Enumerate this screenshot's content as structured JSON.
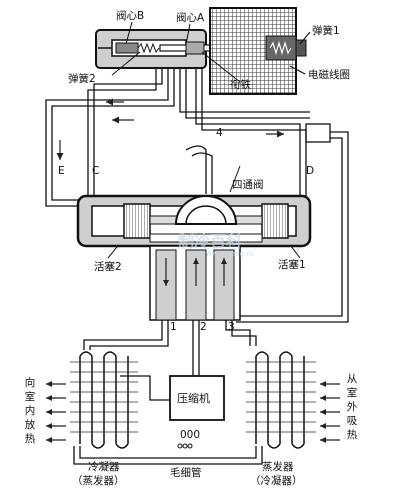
{
  "diagram": {
    "labels": {
      "valve_b": "阀心B",
      "valve_a": "阀心A",
      "spring_1": "弹簧1",
      "spring_2": "弹簧2",
      "armature": "衔铁",
      "coil": "电磁线圈",
      "pipe_4": "4",
      "pipe_e": "E",
      "pipe_c": "C",
      "pipe_d": "D",
      "four_way_valve": "四通阀",
      "piston_2": "活塞2",
      "piston_1": "活塞1",
      "port_1": "1",
      "port_2": "2",
      "port_3": "3",
      "compressor": "压缩机",
      "condenser": "冷凝器",
      "condenser_sub": "（蒸发器）",
      "evaporator": "蒸发器",
      "evaporator_sub": "（冷凝器）",
      "capillary": "毛细管",
      "capillary_mark": "000",
      "left_side_text": "向室内放热",
      "right_side_text": "从室外吸热"
    },
    "watermark": {
      "main": "制冷百科",
      "url": "www.zhileng.ru"
    }
  }
}
